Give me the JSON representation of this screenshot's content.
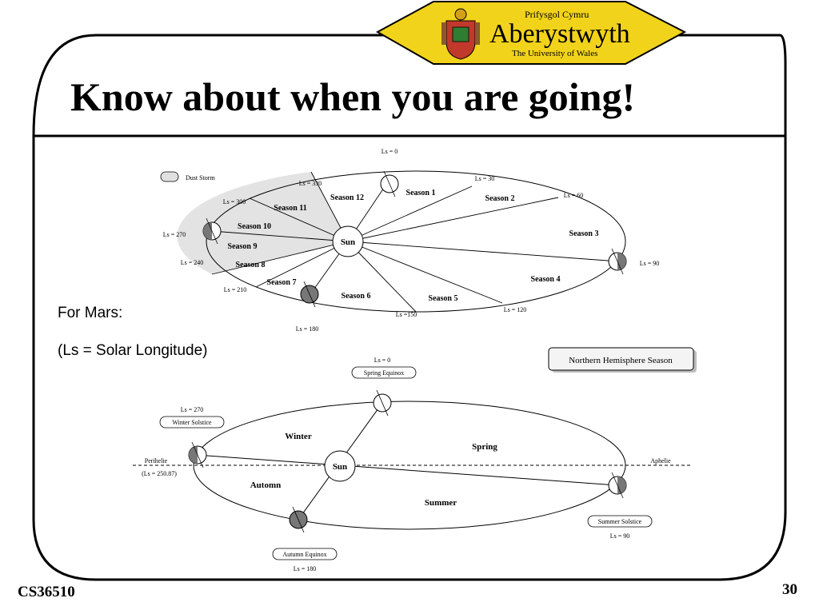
{
  "slide": {
    "title": "Know about when you are going!",
    "notes": [
      "For Mars:",
      "(Ls = Solar Longitude)"
    ],
    "footer_left": "CS36510",
    "page_number": "30"
  },
  "logo": {
    "line1": "Prifysgol Cymru",
    "line2": "Aberystwyth",
    "line3": "The University of Wales",
    "colors": {
      "diamond": "#f2d31b",
      "crest_red": "#c0392b",
      "crest_green": "#2e7d32"
    }
  },
  "top_diagram": {
    "legend_label": "Dust Storm",
    "sun_label": "Sun",
    "ls_labels": [
      "Ls = 0",
      "Ls = 30",
      "Ls = 60",
      "Ls = 90",
      "Ls = 120",
      "Ls =150",
      "Ls = 180",
      "Ls = 210",
      "Ls = 240",
      "Ls = 270",
      "Ls = 300",
      "Ls = 330"
    ],
    "seasons": [
      "Season 1",
      "Season 2",
      "Season 3",
      "Season 4",
      "Season 5",
      "Season 6",
      "Season 7",
      "Season 8",
      "Season 9",
      "Season 10",
      "Season 11",
      "Season 12"
    ]
  },
  "bottom_diagram": {
    "box_label": "Northern Hemisphere Season",
    "sun_label": "Sun",
    "ls_labels": [
      "Ls = 0",
      "Ls = 270",
      "Ls = 90",
      "Ls = 180"
    ],
    "event_labels": [
      "Spring Equinox",
      "Winter Solstice",
      "Summer Solstice",
      "Autumn Equinox"
    ],
    "perihelie_label": "Perihelie",
    "perihelie_value": "(Ls = 250.87)",
    "aphelie_label": "Aphelie",
    "season_labels": [
      "Winter",
      "Spring",
      "Automn",
      "Summer"
    ]
  }
}
